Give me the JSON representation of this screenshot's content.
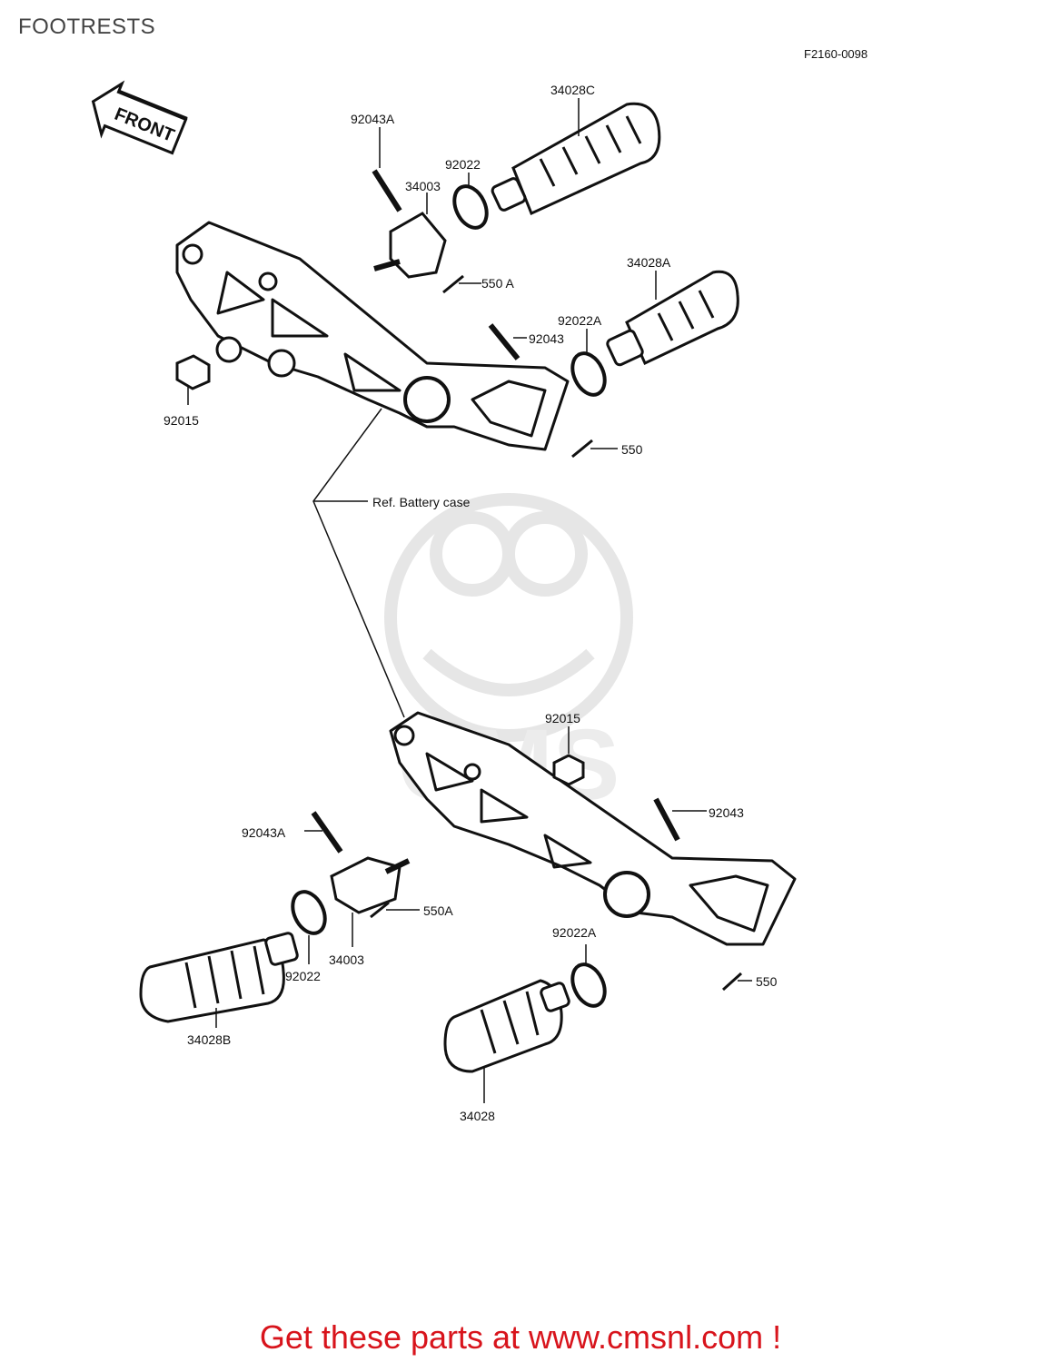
{
  "page": {
    "title": "FOOTRESTS"
  },
  "diagram": {
    "figure_code": "F2160-0098",
    "front_label": "FRONT",
    "reference_label": "Ref. Battery case",
    "callouts": [
      {
        "id": "c1",
        "text": "34028C"
      },
      {
        "id": "c2",
        "text": "92043A"
      },
      {
        "id": "c3",
        "text": "92022"
      },
      {
        "id": "c4",
        "text": "34003"
      },
      {
        "id": "c5",
        "text": "550 A"
      },
      {
        "id": "c6",
        "text": "34028A"
      },
      {
        "id": "c7",
        "text": "92022A"
      },
      {
        "id": "c8",
        "text": "92043"
      },
      {
        "id": "c9",
        "text": "92015"
      },
      {
        "id": "c10",
        "text": "550"
      },
      {
        "id": "c11",
        "text": "92015"
      },
      {
        "id": "c12",
        "text": "92043"
      },
      {
        "id": "c13",
        "text": "92043A"
      },
      {
        "id": "c14",
        "text": "550A"
      },
      {
        "id": "c15",
        "text": "92022A"
      },
      {
        "id": "c16",
        "text": "34003"
      },
      {
        "id": "c17",
        "text": "92022"
      },
      {
        "id": "c18",
        "text": "550"
      },
      {
        "id": "c19",
        "text": "34028B"
      },
      {
        "id": "c20",
        "text": "34028"
      }
    ],
    "watermark": {
      "text": "CMS",
      "color": "#e8e8e8"
    },
    "line_color": "#111111"
  },
  "footer": {
    "cta": "Get these parts at www.cmsnl.com !",
    "color": "#d8141c"
  }
}
